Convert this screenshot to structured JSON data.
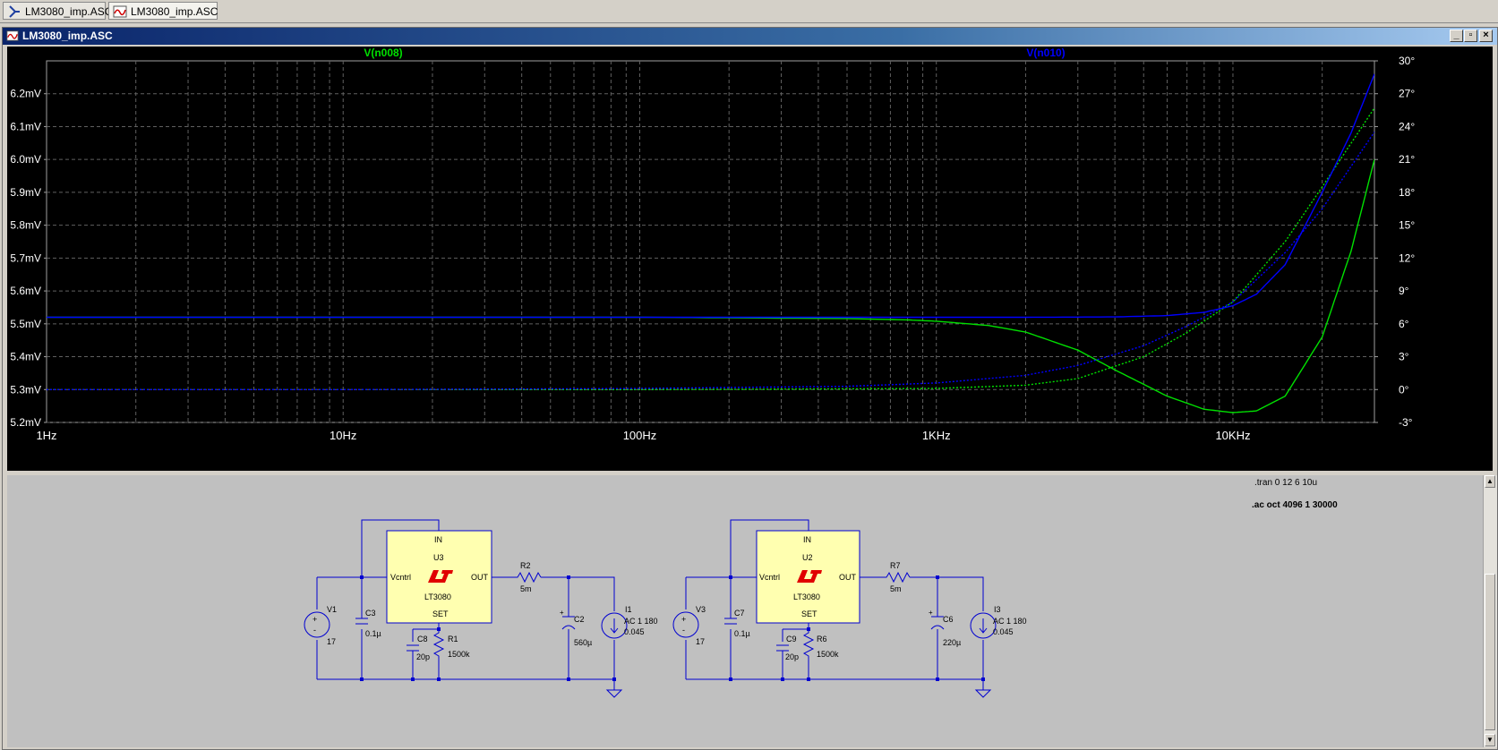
{
  "tabs": [
    {
      "label": "LM3080_imp.ASC",
      "kind": "schematic"
    },
    {
      "label": "LM3080_imp.ASC",
      "kind": "waveform"
    }
  ],
  "window": {
    "title": "LM3080_imp.ASC",
    "buttons": [
      "minimize",
      "restore",
      "close"
    ]
  },
  "colors": {
    "trace_green": "#00e000",
    "trace_blue": "#0000ff",
    "grid": "#606060",
    "axis_text": "#ffffff",
    "wire": "#0000d0",
    "component_fill": "#ffffb0",
    "lt_logo": "#e00000"
  },
  "chart_data": {
    "type": "line",
    "x_scale": "log",
    "xlim": [
      1,
      30000
    ],
    "x_ticks": [
      "1Hz",
      "10Hz",
      "100Hz",
      "1KHz",
      "10KHz"
    ],
    "y_left_ticks": [
      "6.2mV",
      "6.1mV",
      "6.0mV",
      "5.9mV",
      "5.8mV",
      "5.7mV",
      "5.6mV",
      "5.5mV",
      "5.4mV",
      "5.3mV",
      "5.2mV"
    ],
    "ylim_left": [
      5.2,
      6.3
    ],
    "y_left_unit": "mV",
    "y_right_ticks": [
      "30°",
      "27°",
      "24°",
      "21°",
      "18°",
      "15°",
      "12°",
      "9°",
      "6°",
      "3°",
      "0°",
      "-3°"
    ],
    "ylim_right": [
      -3,
      30
    ],
    "grid": true,
    "series": [
      {
        "name": "V(n008)",
        "color": "#00e000",
        "style": "solid",
        "axis": "left",
        "x": [
          1,
          100,
          500,
          800,
          1000,
          1500,
          2000,
          3000,
          4000,
          6000,
          8000,
          10000,
          12000,
          15000,
          20000,
          25000,
          30000
        ],
        "y": [
          5.52,
          5.52,
          5.516,
          5.512,
          5.508,
          5.495,
          5.475,
          5.42,
          5.36,
          5.28,
          5.24,
          5.23,
          5.235,
          5.28,
          5.46,
          5.72,
          6.0
        ]
      },
      {
        "name": "V(n008)",
        "color": "#00e000",
        "style": "dotted",
        "axis": "right",
        "x": [
          1,
          10,
          100,
          1000,
          2000,
          3000,
          5000,
          7000,
          10000,
          15000,
          20000,
          30000
        ],
        "y": [
          0,
          0,
          0,
          0.1,
          0.4,
          1.0,
          3.0,
          5.2,
          8.0,
          13.5,
          18.5,
          25.7
        ]
      },
      {
        "name": "V(n010)",
        "color": "#0000ff",
        "style": "solid",
        "axis": "left",
        "x": [
          1,
          100,
          1000,
          2000,
          4000,
          6000,
          8000,
          10000,
          12000,
          15000,
          20000,
          25000,
          30000
        ],
        "y": [
          5.52,
          5.52,
          5.52,
          5.52,
          5.521,
          5.525,
          5.535,
          5.555,
          5.59,
          5.68,
          5.9,
          6.08,
          6.26
        ]
      },
      {
        "name": "V(n010)",
        "color": "#0000ff",
        "style": "dotted",
        "axis": "right",
        "x": [
          1,
          10,
          100,
          500,
          1000,
          2000,
          3000,
          5000,
          7000,
          10000,
          15000,
          20000,
          30000
        ],
        "y": [
          0,
          0,
          0.1,
          0.3,
          0.6,
          1.3,
          2.2,
          4.0,
          5.8,
          8.0,
          12.5,
          16.5,
          23.5
        ]
      }
    ]
  },
  "schematic": {
    "directives": [
      ".tran 0 12 6 10u",
      ".ac oct 4096 1 30000"
    ],
    "circuit1": {
      "v_source": {
        "name": "V1",
        "value": "17"
      },
      "cap_in": {
        "name": "C3",
        "value": "0.1µ"
      },
      "reg": {
        "name": "U3",
        "part": "LT3080",
        "pin_in": "IN",
        "pin_ctrl": "Vcntrl",
        "pin_out": "OUT",
        "pin_set": "SET"
      },
      "cap_set": {
        "name": "C8",
        "value": "20p"
      },
      "res_set": {
        "name": "R1",
        "value": "1500k"
      },
      "res_out": {
        "name": "R2",
        "value": "5m"
      },
      "cap_out": {
        "name": "C2",
        "value": "560µ"
      },
      "i_source": {
        "name": "I1",
        "value1": "AC 1 180",
        "value2": "0.045"
      }
    },
    "circuit2": {
      "v_source": {
        "name": "V3",
        "value": "17"
      },
      "cap_in": {
        "name": "C7",
        "value": "0.1µ"
      },
      "reg": {
        "name": "U2",
        "part": "LT3080",
        "pin_in": "IN",
        "pin_ctrl": "Vcntrl",
        "pin_out": "OUT",
        "pin_set": "SET"
      },
      "cap_set": {
        "name": "C9",
        "value": "20p"
      },
      "res_set": {
        "name": "R6",
        "value": "1500k"
      },
      "res_out": {
        "name": "R7",
        "value": "5m"
      },
      "cap_out": {
        "name": "C6",
        "value": "220µ"
      },
      "i_source": {
        "name": "I3",
        "value1": "AC 1 180",
        "value2": "0.045"
      }
    }
  }
}
